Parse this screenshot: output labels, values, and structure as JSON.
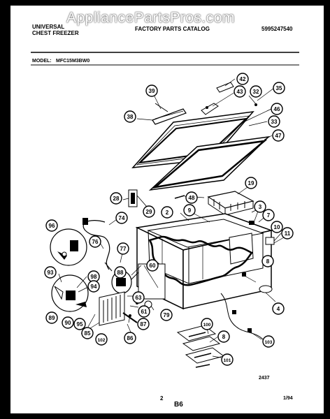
{
  "watermark": "AppliancePartsPros.com",
  "header": {
    "brand_line1": "UNIVERSAL",
    "brand_line2": "CHEST FREEZER",
    "catalog_title": "FACTORY PARTS CATALOG",
    "catalog_number": "5995247540",
    "model_label": "MODEL:",
    "model_number": "MFC15M3BW0"
  },
  "footer": {
    "page_number": "2",
    "page_code": "B6",
    "date": "1/94",
    "drawing_number": "2437"
  },
  "callouts": [
    "42",
    "43",
    "39",
    "32",
    "35",
    "46",
    "38",
    "33",
    "47",
    "19",
    "48",
    "28",
    "29",
    "2",
    "9",
    "3",
    "7",
    "96",
    "74",
    "10",
    "11",
    "76",
    "77",
    "8",
    "60",
    "88",
    "93",
    "98",
    "94",
    "63",
    "4",
    "61",
    "89",
    "90",
    "95",
    "87",
    "79",
    "85",
    "102",
    "86",
    "100",
    "8",
    "103",
    "101"
  ]
}
